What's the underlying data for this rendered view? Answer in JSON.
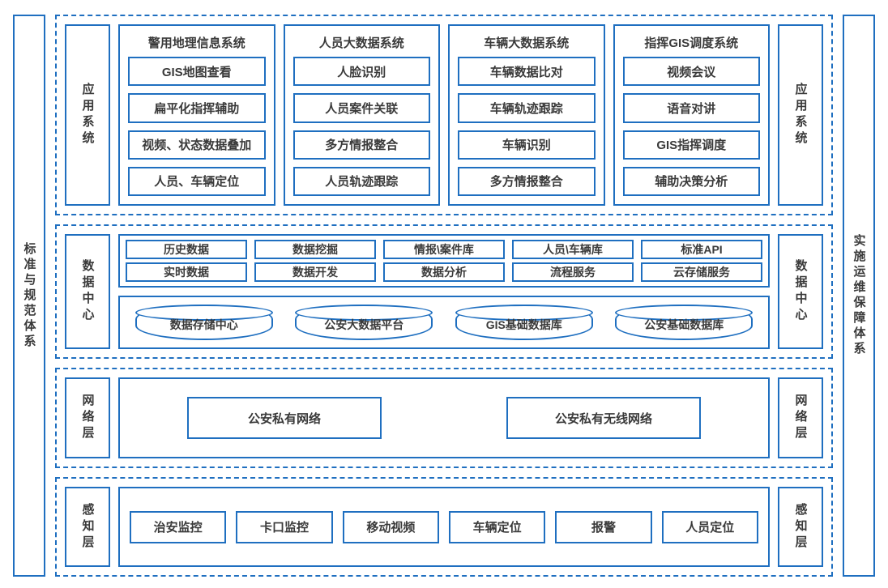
{
  "diagram": {
    "accent_color": "#1f6fc0",
    "text_color": "#3a3a3a",
    "background": "#ffffff"
  },
  "left_pillar": {
    "label": "标准与规范体系"
  },
  "right_pillar": {
    "label": "实施运维保障体系"
  },
  "bands": {
    "application": {
      "left_label": "应用系统",
      "right_label": "应用系统",
      "systems": [
        {
          "title": "警用地理信息系统",
          "items": [
            "GIS地图查看",
            "扁平化指挥辅助",
            "视频、状态数据叠加",
            "人员、车辆定位"
          ]
        },
        {
          "title": "人员大数据系统",
          "items": [
            "人脸识别",
            "人员案件关联",
            "多方情报整合",
            "人员轨迹跟踪"
          ]
        },
        {
          "title": "车辆大数据系统",
          "items": [
            "车辆数据比对",
            "车辆轨迹跟踪",
            "车辆识别",
            "多方情报整合"
          ]
        },
        {
          "title": "指挥GIS调度系统",
          "items": [
            "视频会议",
            "语音对讲",
            "GIS指挥调度",
            "辅助决策分析"
          ]
        }
      ]
    },
    "data_center": {
      "left_label": "数据中心",
      "right_label": "数据中心",
      "service_rows": [
        [
          "历史数据",
          "数据挖掘",
          "情报\\案件库",
          "人员\\车辆库",
          "标准API"
        ],
        [
          "实时数据",
          "数据开发",
          "数据分析",
          "流程服务",
          "云存储服务"
        ]
      ],
      "databases": [
        "数据存储中心",
        "公安大数据平台",
        "GIS基础数据库",
        "公安基础数据库"
      ]
    },
    "network": {
      "left_label": "网络层",
      "right_label": "网络层",
      "items": [
        "公安私有网络",
        "公安私有无线网络"
      ]
    },
    "perception": {
      "left_label": "感知层",
      "right_label": "感知层",
      "items": [
        "治安监控",
        "卡口监控",
        "移动视频",
        "车辆定位",
        "报警",
        "人员定位"
      ]
    }
  }
}
